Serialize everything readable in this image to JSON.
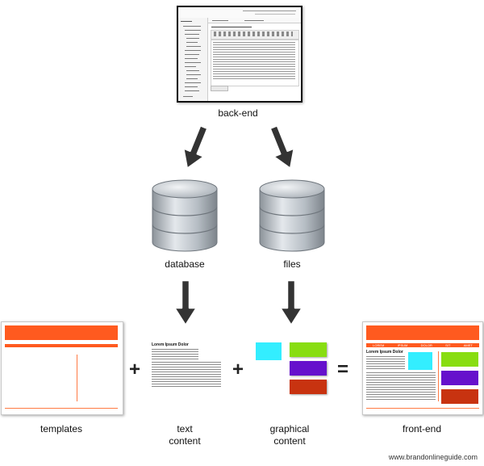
{
  "labels": {
    "backend": "back-end",
    "database": "database",
    "files": "files",
    "templates": "templates",
    "text_content_line1": "text",
    "text_content_line2": "content",
    "graphical_content_line1": "graphical",
    "graphical_content_line2": "content",
    "frontend": "front-end"
  },
  "operators": {
    "plus1": "+",
    "plus2": "+",
    "equals": "="
  },
  "text_sample_heading": "Lorem Ipsum Dolor",
  "frontend_nav": [
    "LOREM",
    "IPSUM",
    "DOLOR",
    "SIT",
    "AMET"
  ],
  "footer": "www.brandonlineguide.com",
  "colors": {
    "accent_orange": "#ff5a1f",
    "cyan": "#33eeff",
    "green": "#88dd11",
    "purple": "#6611cc",
    "red": "#c83310",
    "arrow": "#333333",
    "cylinder": "#b8bfc6"
  }
}
